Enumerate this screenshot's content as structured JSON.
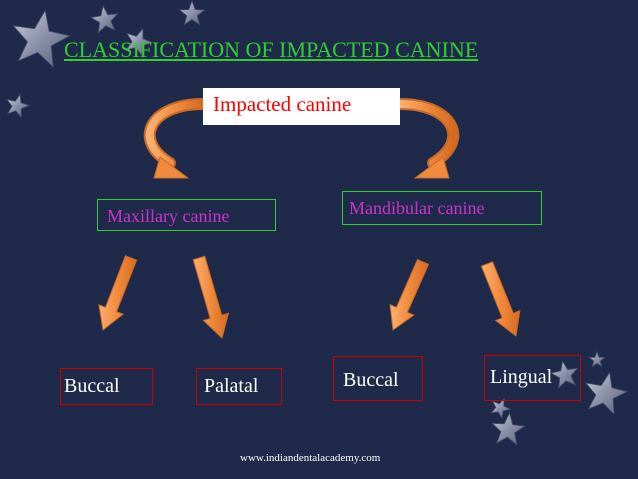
{
  "slide": {
    "title": "CLASSIFICATION OF IMPACTED CANINE",
    "footer": "www.indiandentalacademy.com"
  },
  "diagram": {
    "root": "Impacted canine",
    "branches": [
      {
        "label": "Maxillary canine",
        "children": [
          "Buccal",
          "Palatal"
        ]
      },
      {
        "label": "Mandibular canine",
        "children": [
          "Buccal",
          "Lingual"
        ]
      }
    ]
  },
  "colors": {
    "background": "#1f2a4a",
    "title": "#33cc33",
    "root_text": "#ff0000",
    "branch_text": "#cc33cc",
    "branch_border": "#33cc33",
    "leaf_border": "#cc0000",
    "arrow": "#f08a3c",
    "star": "#8a90a8"
  },
  "icons": {
    "decoration": "star-icon",
    "connector": "arrow-icon"
  }
}
